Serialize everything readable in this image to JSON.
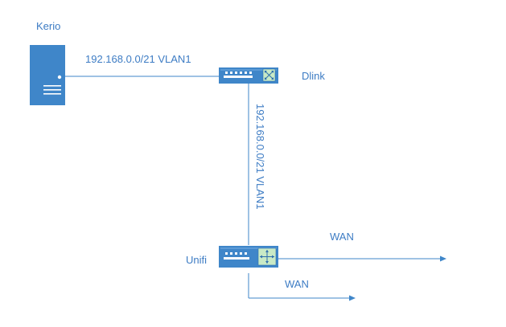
{
  "nodes": {
    "kerio": {
      "label": "Kerio",
      "icon": "server-icon"
    },
    "dlink": {
      "label": "Dlink",
      "icon": "switch-icon"
    },
    "unifi": {
      "label": "Unifi",
      "icon": "router-icon"
    }
  },
  "links": {
    "kerio_dlink": "192.168.0.0/21 VLAN1",
    "dlink_unifi": "192.168.0.0/21 VLAN1",
    "wan_upper": "WAN",
    "wan_lower": "WAN"
  },
  "colors": {
    "device_fill": "#3f86c9",
    "device_dark": "#2e6fae",
    "line": "#3f86c9",
    "label_text": "#3d7cc4",
    "switch_accent": "#c9eac6"
  }
}
